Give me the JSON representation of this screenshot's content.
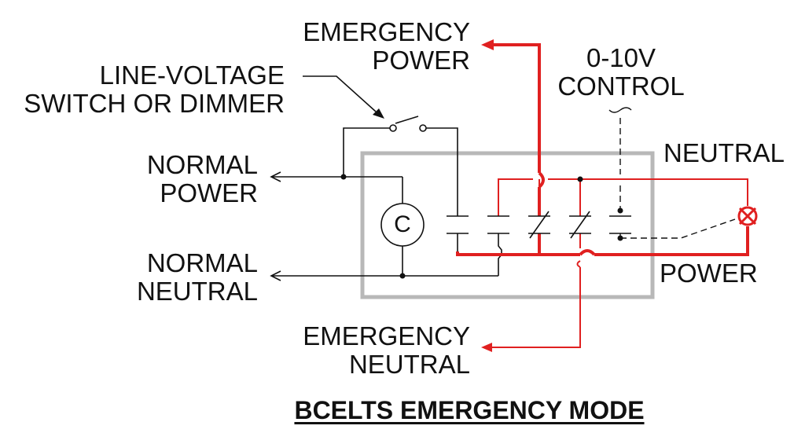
{
  "title": "BCELTS EMERGENCY MODE",
  "labels": {
    "emergency_power": [
      "EMERGENCY",
      "POWER"
    ],
    "control": [
      "0-10V",
      "CONTROL"
    ],
    "switch": [
      "LINE-VOLTAGE",
      "SWITCH OR DIMMER"
    ],
    "normal_power": [
      "NORMAL",
      "POWER"
    ],
    "normal_neutral": [
      "NORMAL",
      "NEUTRAL"
    ],
    "neutral": "NEUTRAL",
    "power": "POWER",
    "emergency_neutral": [
      "EMERGENCY",
      "NEUTRAL"
    ],
    "coil": "C"
  },
  "colors": {
    "emergency_wire": "#e02020",
    "normal_wire": "#111111",
    "enclosure": "#b8b8b8",
    "text": "#111111"
  }
}
